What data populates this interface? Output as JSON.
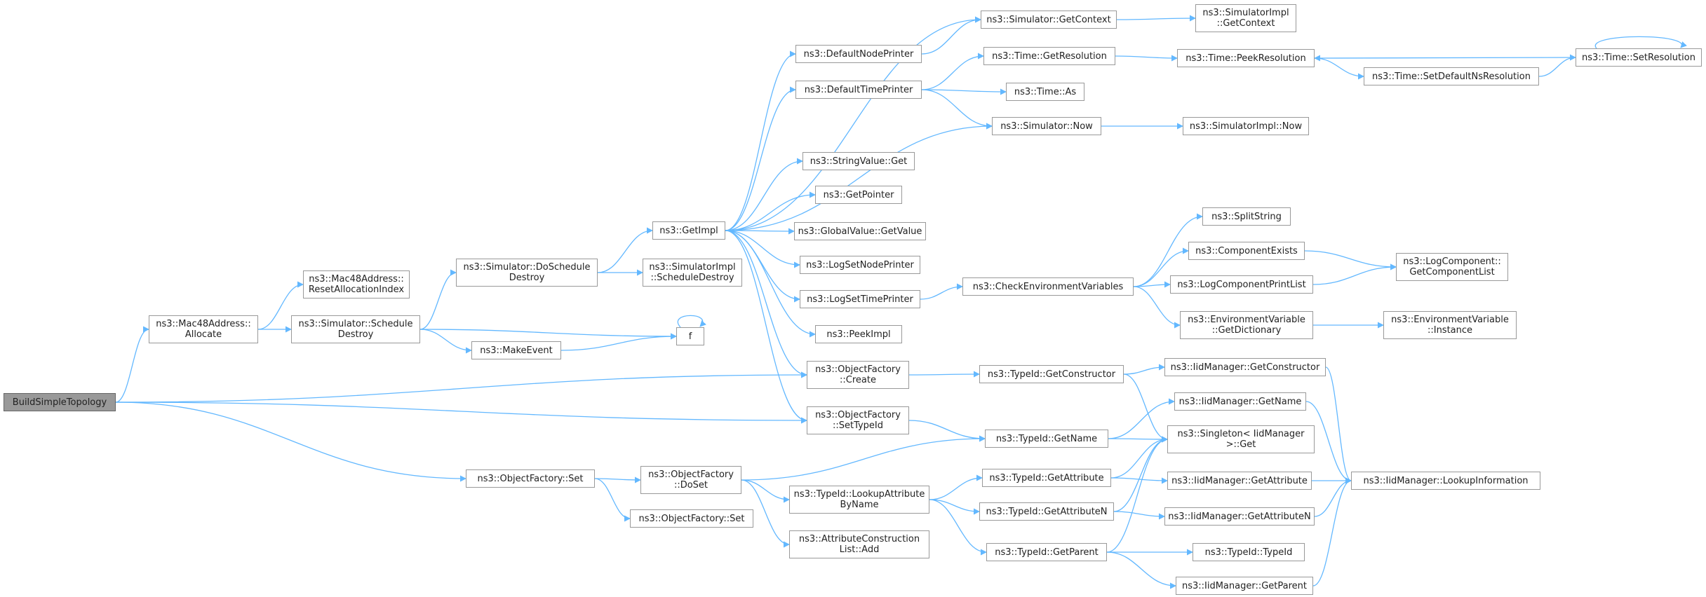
{
  "colors": {
    "edge": "#63b8ff",
    "node_border": "#999999",
    "root_fill": "#999999"
  },
  "nodes": {
    "root": {
      "lines": [
        "BuildSimpleTopology"
      ],
      "root": true
    },
    "mac48_allocate": {
      "lines": [
        "ns3::Mac48Address::",
        "Allocate"
      ]
    },
    "mac48_reset": {
      "lines": [
        "ns3::Mac48Address::",
        "ResetAllocationIndex"
      ]
    },
    "sim_schedule_destroy": {
      "lines": [
        "ns3::Simulator::Schedule",
        "Destroy"
      ]
    },
    "make_event": {
      "lines": [
        "ns3::MakeEvent"
      ]
    },
    "f": {
      "lines": [
        "f"
      ]
    },
    "sim_do_schedule_destroy": {
      "lines": [
        "ns3::Simulator::DoSchedule",
        "Destroy"
      ]
    },
    "simimpl_schedule_destroy": {
      "lines": [
        "ns3::SimulatorImpl",
        "::ScheduleDestroy"
      ]
    },
    "get_impl": {
      "lines": [
        "ns3::GetImpl"
      ]
    },
    "default_node_printer": {
      "lines": [
        "ns3::DefaultNodePrinter"
      ]
    },
    "default_time_printer": {
      "lines": [
        "ns3::DefaultTimePrinter"
      ]
    },
    "stringvalue_get": {
      "lines": [
        "ns3::StringValue::Get"
      ]
    },
    "get_pointer": {
      "lines": [
        "ns3::GetPointer"
      ]
    },
    "globalvalue_getvalue": {
      "lines": [
        "ns3::GlobalValue::GetValue"
      ]
    },
    "log_set_node_printer": {
      "lines": [
        "ns3::LogSetNodePrinter"
      ]
    },
    "log_set_time_printer": {
      "lines": [
        "ns3::LogSetTimePrinter"
      ]
    },
    "peek_impl": {
      "lines": [
        "ns3::PeekImpl"
      ]
    },
    "of_create": {
      "lines": [
        "ns3::ObjectFactory",
        "::Create"
      ]
    },
    "of_settypeid": {
      "lines": [
        "ns3::ObjectFactory",
        "::SetTypeId"
      ]
    },
    "sim_getcontext": {
      "lines": [
        "ns3::Simulator::GetContext"
      ]
    },
    "simimpl_getcontext": {
      "lines": [
        "ns3::SimulatorImpl",
        "::GetContext"
      ]
    },
    "time_getresolution": {
      "lines": [
        "ns3::Time::GetResolution"
      ]
    },
    "time_as": {
      "lines": [
        "ns3::Time::As"
      ]
    },
    "sim_now": {
      "lines": [
        "ns3::Simulator::Now"
      ]
    },
    "simimpl_now": {
      "lines": [
        "ns3::SimulatorImpl::Now"
      ]
    },
    "time_peekresolution": {
      "lines": [
        "ns3::Time::PeekResolution"
      ]
    },
    "time_setdefaultns": {
      "lines": [
        "ns3::Time::SetDefaultNsResolution"
      ]
    },
    "time_setresolution": {
      "lines": [
        "ns3::Time::SetResolution"
      ]
    },
    "check_env_vars": {
      "lines": [
        "ns3::CheckEnvironmentVariables"
      ]
    },
    "split_string": {
      "lines": [
        "ns3::SplitString"
      ]
    },
    "component_exists": {
      "lines": [
        "ns3::ComponentExists"
      ]
    },
    "log_component_print_list": {
      "lines": [
        "ns3::LogComponentPrintList"
      ]
    },
    "logcomponent_getlist": {
      "lines": [
        "ns3::LogComponent::",
        "GetComponentList"
      ]
    },
    "envvar_getdictionary": {
      "lines": [
        "ns3::EnvironmentVariable",
        "::GetDictionary"
      ]
    },
    "envvar_instance": {
      "lines": [
        "ns3::EnvironmentVariable",
        "::Instance"
      ]
    },
    "typeid_getconstructor": {
      "lines": [
        "ns3::TypeId::GetConstructor"
      ]
    },
    "iid_getconstructor": {
      "lines": [
        "ns3::IidManager::GetConstructor"
      ]
    },
    "iid_getname": {
      "lines": [
        "ns3::IidManager::GetName"
      ]
    },
    "typeid_getname": {
      "lines": [
        "ns3::TypeId::GetName"
      ]
    },
    "singleton_get": {
      "lines": [
        "ns3::Singleton< IidManager",
        " >::Get"
      ]
    },
    "of_set": {
      "lines": [
        "ns3::ObjectFactory::Set"
      ]
    },
    "of_doset": {
      "lines": [
        "ns3::ObjectFactory",
        "::DoSet"
      ]
    },
    "of_set2": {
      "lines": [
        "ns3::ObjectFactory::Set"
      ]
    },
    "typeid_lookupattr": {
      "lines": [
        "ns3::TypeId::LookupAttribute",
        "ByName"
      ]
    },
    "attr_construction_add": {
      "lines": [
        "ns3::AttributeConstruction",
        "List::Add"
      ]
    },
    "typeid_getattribute": {
      "lines": [
        "ns3::TypeId::GetAttribute"
      ]
    },
    "typeid_getattributen": {
      "lines": [
        "ns3::TypeId::GetAttributeN"
      ]
    },
    "typeid_getparent": {
      "lines": [
        "ns3::TypeId::GetParent"
      ]
    },
    "iid_getattribute": {
      "lines": [
        "ns3::IidManager::GetAttribute"
      ]
    },
    "iid_getattributen": {
      "lines": [
        "ns3::IidManager::GetAttributeN"
      ]
    },
    "iid_lookupinfo": {
      "lines": [
        "ns3::IidManager::LookupInformation"
      ]
    },
    "typeid_typeid": {
      "lines": [
        "ns3::TypeId::TypeId"
      ]
    },
    "iid_getparent": {
      "lines": [
        "ns3::IidManager::GetParent"
      ]
    }
  },
  "edges": [
    [
      "root",
      "mac48_allocate"
    ],
    [
      "root",
      "of_create"
    ],
    [
      "root",
      "of_settypeid"
    ],
    [
      "root",
      "of_set"
    ],
    [
      "mac48_allocate",
      "mac48_reset"
    ],
    [
      "mac48_allocate",
      "sim_schedule_destroy"
    ],
    [
      "sim_schedule_destroy",
      "sim_do_schedule_destroy"
    ],
    [
      "sim_schedule_destroy",
      "f"
    ],
    [
      "sim_schedule_destroy",
      "make_event"
    ],
    [
      "make_event",
      "f"
    ],
    [
      "f",
      "f"
    ],
    [
      "sim_do_schedule_destroy",
      "get_impl"
    ],
    [
      "sim_do_schedule_destroy",
      "simimpl_schedule_destroy"
    ],
    [
      "get_impl",
      "sim_getcontext"
    ],
    [
      "get_impl",
      "default_node_printer"
    ],
    [
      "get_impl",
      "default_time_printer"
    ],
    [
      "get_impl",
      "sim_now"
    ],
    [
      "get_impl",
      "stringvalue_get"
    ],
    [
      "get_impl",
      "get_pointer"
    ],
    [
      "get_impl",
      "globalvalue_getvalue"
    ],
    [
      "get_impl",
      "log_set_node_printer"
    ],
    [
      "get_impl",
      "log_set_time_printer"
    ],
    [
      "get_impl",
      "peek_impl"
    ],
    [
      "get_impl",
      "of_create"
    ],
    [
      "get_impl",
      "of_settypeid"
    ],
    [
      "default_node_printer",
      "sim_getcontext"
    ],
    [
      "default_time_printer",
      "time_getresolution"
    ],
    [
      "default_time_printer",
      "time_as"
    ],
    [
      "default_time_printer",
      "sim_now"
    ],
    [
      "sim_getcontext",
      "simimpl_getcontext"
    ],
    [
      "time_getresolution",
      "time_peekresolution"
    ],
    [
      "time_peekresolution",
      "time_setdefaultns"
    ],
    [
      "time_setdefaultns",
      "time_setresolution"
    ],
    [
      "time_setresolution",
      "time_peekresolution"
    ],
    [
      "time_setresolution",
      "time_setresolution"
    ],
    [
      "sim_now",
      "simimpl_now"
    ],
    [
      "log_set_time_printer",
      "check_env_vars"
    ],
    [
      "check_env_vars",
      "split_string"
    ],
    [
      "check_env_vars",
      "component_exists"
    ],
    [
      "check_env_vars",
      "log_component_print_list"
    ],
    [
      "check_env_vars",
      "envvar_getdictionary"
    ],
    [
      "component_exists",
      "logcomponent_getlist"
    ],
    [
      "log_component_print_list",
      "logcomponent_getlist"
    ],
    [
      "envvar_getdictionary",
      "envvar_instance"
    ],
    [
      "of_create",
      "typeid_getconstructor"
    ],
    [
      "typeid_getconstructor",
      "iid_getconstructor"
    ],
    [
      "typeid_getconstructor",
      "singleton_get"
    ],
    [
      "iid_getconstructor",
      "iid_lookupinfo"
    ],
    [
      "of_settypeid",
      "typeid_getname"
    ],
    [
      "typeid_getname",
      "iid_getname"
    ],
    [
      "typeid_getname",
      "singleton_get"
    ],
    [
      "iid_getname",
      "iid_lookupinfo"
    ],
    [
      "of_set",
      "of_doset"
    ],
    [
      "of_set",
      "of_set2"
    ],
    [
      "of_doset",
      "typeid_getname"
    ],
    [
      "of_doset",
      "typeid_lookupattr"
    ],
    [
      "of_doset",
      "attr_construction_add"
    ],
    [
      "typeid_lookupattr",
      "typeid_getattribute"
    ],
    [
      "typeid_lookupattr",
      "typeid_getattributen"
    ],
    [
      "typeid_lookupattr",
      "typeid_getparent"
    ],
    [
      "typeid_getattribute",
      "iid_getattribute"
    ],
    [
      "typeid_getattribute",
      "singleton_get"
    ],
    [
      "typeid_getattributen",
      "iid_getattributen"
    ],
    [
      "typeid_getattributen",
      "singleton_get"
    ],
    [
      "typeid_getparent",
      "typeid_typeid"
    ],
    [
      "typeid_getparent",
      "iid_getparent"
    ],
    [
      "typeid_getparent",
      "singleton_get"
    ],
    [
      "iid_getattribute",
      "iid_lookupinfo"
    ],
    [
      "iid_getattributen",
      "iid_lookupinfo"
    ],
    [
      "iid_getparent",
      "iid_lookupinfo"
    ]
  ]
}
